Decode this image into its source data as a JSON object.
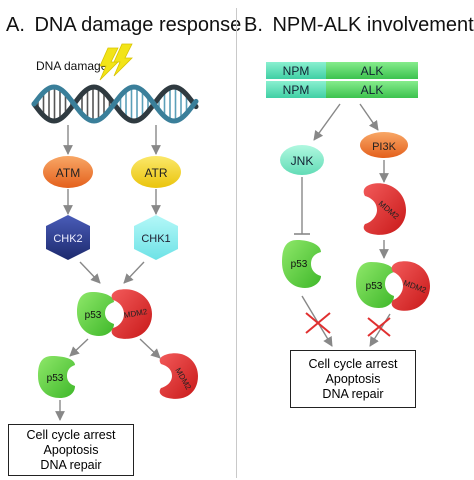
{
  "panel_a": {
    "label": "A.",
    "title": "DNA damage response",
    "damage_label": "DNA damage",
    "atm": "ATM",
    "atr": "ATR",
    "chk2": "CHK2",
    "chk1": "CHK1",
    "p53": "p53",
    "mdm2": "MDM2",
    "p53_free": "p53",
    "mdm2_free": "MDM2",
    "outcome": [
      "Cell cycle arrest",
      "Apoptosis",
      "DNA repair"
    ]
  },
  "panel_b": {
    "label": "B.",
    "title": "NPM-ALK involvement",
    "fusion_rows": [
      {
        "npm": "NPM",
        "alk": "ALK"
      },
      {
        "npm": "NPM",
        "alk": "ALK"
      }
    ],
    "jnk": "JNK",
    "pi3k": "PI3K",
    "mdm2_top": "MDM2",
    "p53_left": "p53",
    "p53_complex": "p53",
    "mdm2_complex": "MDM2",
    "outcome": [
      "Cell cycle arrest",
      "Apoptosis",
      "DNA repair"
    ]
  },
  "colors": {
    "atm": "#f07a2e",
    "atr": "#f2d21a",
    "chk2": "#2c3d8f",
    "chk1": "#8ef0f0",
    "p53": "#5ccf3c",
    "mdm2": "#e02828",
    "npm": "#5fe0b8",
    "alk": "#52d26a",
    "jnk": "#7ef0cc",
    "pi3k": "#f07a2e",
    "arrow": "#888888",
    "block": "#e03030",
    "lightning": "#f2e418"
  }
}
